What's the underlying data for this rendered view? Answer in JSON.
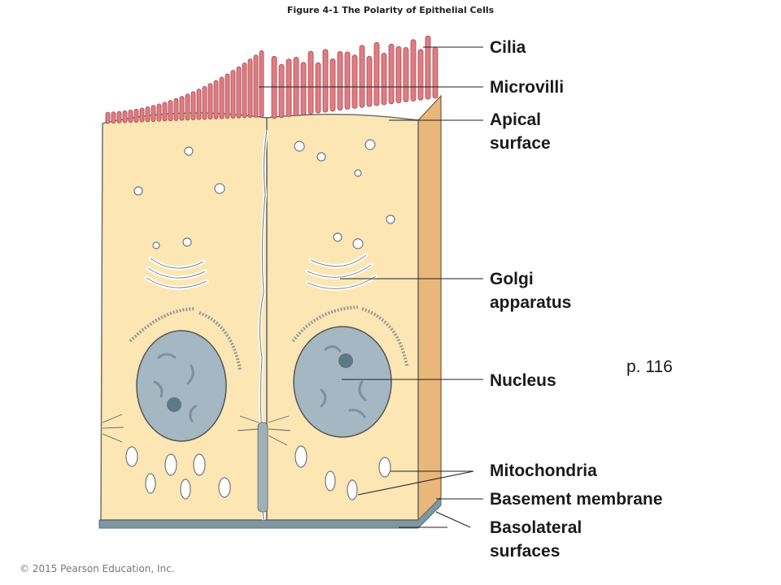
{
  "figure": {
    "title": "Figure 4-1 The Polarity of Epithelial Cells",
    "page_ref": "p.  116",
    "copyright": "© 2015 Pearson Education, Inc."
  },
  "labels": {
    "cilia": "Cilia",
    "microvilli": "Microvilli",
    "apical_surface": "Apical\nsurface",
    "golgi_apparatus": "Golgi\napparatus",
    "nucleus": "Nucleus",
    "mitochondria": "Mitochondria",
    "basement_membrane": "Basement membrane",
    "basolateral_surfaces": "Basolateral\nsurfaces"
  },
  "colors": {
    "cytoplasm": "#fbe6b4",
    "side_face": "#e9b77a",
    "microvilli": "#e07c82",
    "nucleus": "#a4b7c2",
    "basement": "#7e97a2",
    "outline": "#555555"
  }
}
